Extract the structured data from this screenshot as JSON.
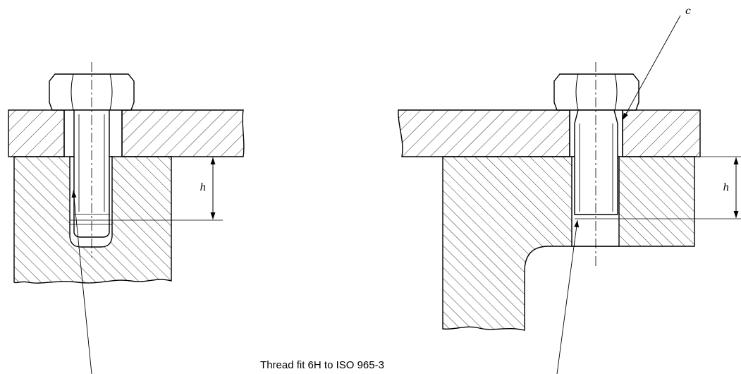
{
  "caption": "Thread fit 6H to ISO 965-3",
  "labels": {
    "c": "c",
    "h_left": "h",
    "h_right": "h"
  },
  "colors": {
    "stroke": "#000000",
    "background": "#ffffff"
  }
}
